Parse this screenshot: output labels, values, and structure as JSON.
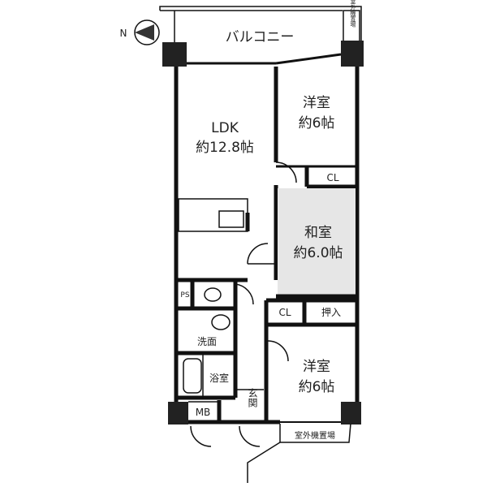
{
  "compass": {
    "north_label": "N"
  },
  "rooms": {
    "balcony": "バルコニー",
    "outdoor_unit_top": "室外機置場",
    "ldk_name": "LDK",
    "ldk_size": "約12.8帖",
    "western_room_1_name": "洋室",
    "western_room_1_size": "約6帖",
    "closet_1": "CL",
    "japanese_room_name": "和室",
    "japanese_room_size": "約6.0帖",
    "ps": "PS",
    "washroom": "洗面",
    "bathroom": "浴室",
    "closet_2": "CL",
    "oshiire": "押入",
    "western_room_2_name": "洋室",
    "western_room_2_size": "約6帖",
    "mb": "MB",
    "entrance": "玄関",
    "outdoor_unit_bottom": "室外機置場"
  },
  "colors": {
    "wall": "#111111",
    "tatami": "#e6e6e6"
  }
}
